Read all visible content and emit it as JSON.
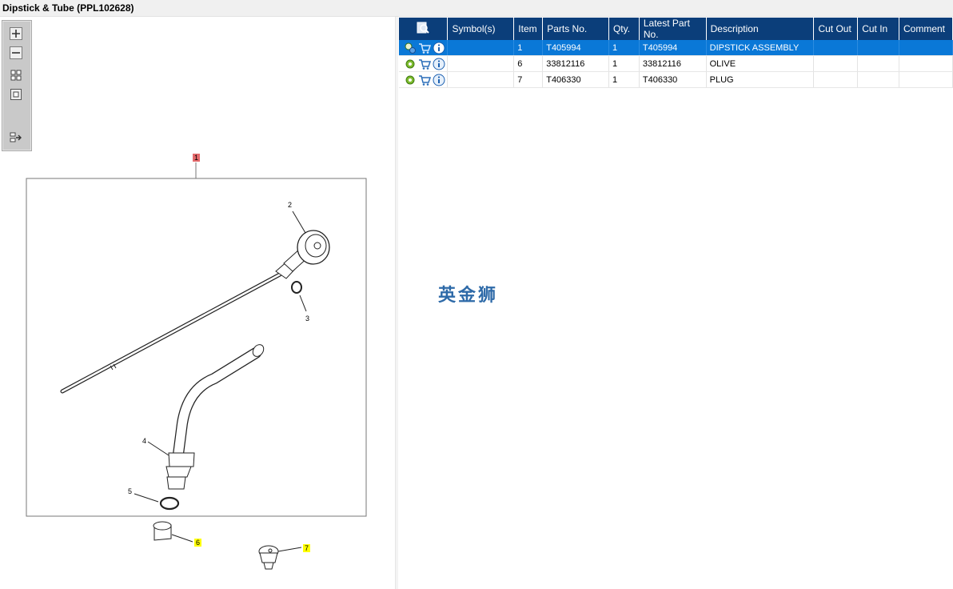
{
  "window": {
    "title": "Dipstick & Tube (PPL102628)"
  },
  "toolbar": {
    "buttons": [
      {
        "icon": "zoom-in-icon"
      },
      {
        "icon": "zoom-out-icon"
      },
      {
        "icon": "fit-all-icon"
      },
      {
        "icon": "fit-window-icon"
      },
      {
        "icon": "export-icon"
      }
    ]
  },
  "diagram": {
    "callouts": {
      "c1": "1",
      "c6": "6",
      "c7": "7"
    },
    "labels": {
      "l2": "2",
      "l3": "3",
      "l4": "4",
      "l5": "5"
    }
  },
  "table": {
    "headers": [
      "",
      "Symbol(s)",
      "Item",
      "Parts No.",
      "Qty.",
      "Latest Part No.",
      "Description",
      "Cut Out",
      "Cut In",
      "Comment"
    ],
    "rows": [
      {
        "item": "1",
        "part_no": "T405994",
        "qty": "1",
        "latest": "T405994",
        "description": "DIPSTICK ASSEMBLY",
        "symbols": "",
        "cut_out": "",
        "cut_in": "",
        "comment": "",
        "selected": true
      },
      {
        "item": "6",
        "part_no": "33812116",
        "qty": "1",
        "latest": "33812116",
        "description": "OLIVE",
        "symbols": "",
        "cut_out": "",
        "cut_in": "",
        "comment": "",
        "selected": false
      },
      {
        "item": "7",
        "part_no": "T406330",
        "qty": "1",
        "latest": "T406330",
        "description": "PLUG",
        "symbols": "",
        "cut_out": "",
        "cut_in": "",
        "comment": "",
        "selected": false
      }
    ]
  },
  "watermark": {
    "text": "英金狮"
  },
  "colors": {
    "header_bg": "#0b3e7a",
    "selected_row": "#0a78d7",
    "callout_red": "#e4696b",
    "callout_yellow": "#ffff00"
  }
}
